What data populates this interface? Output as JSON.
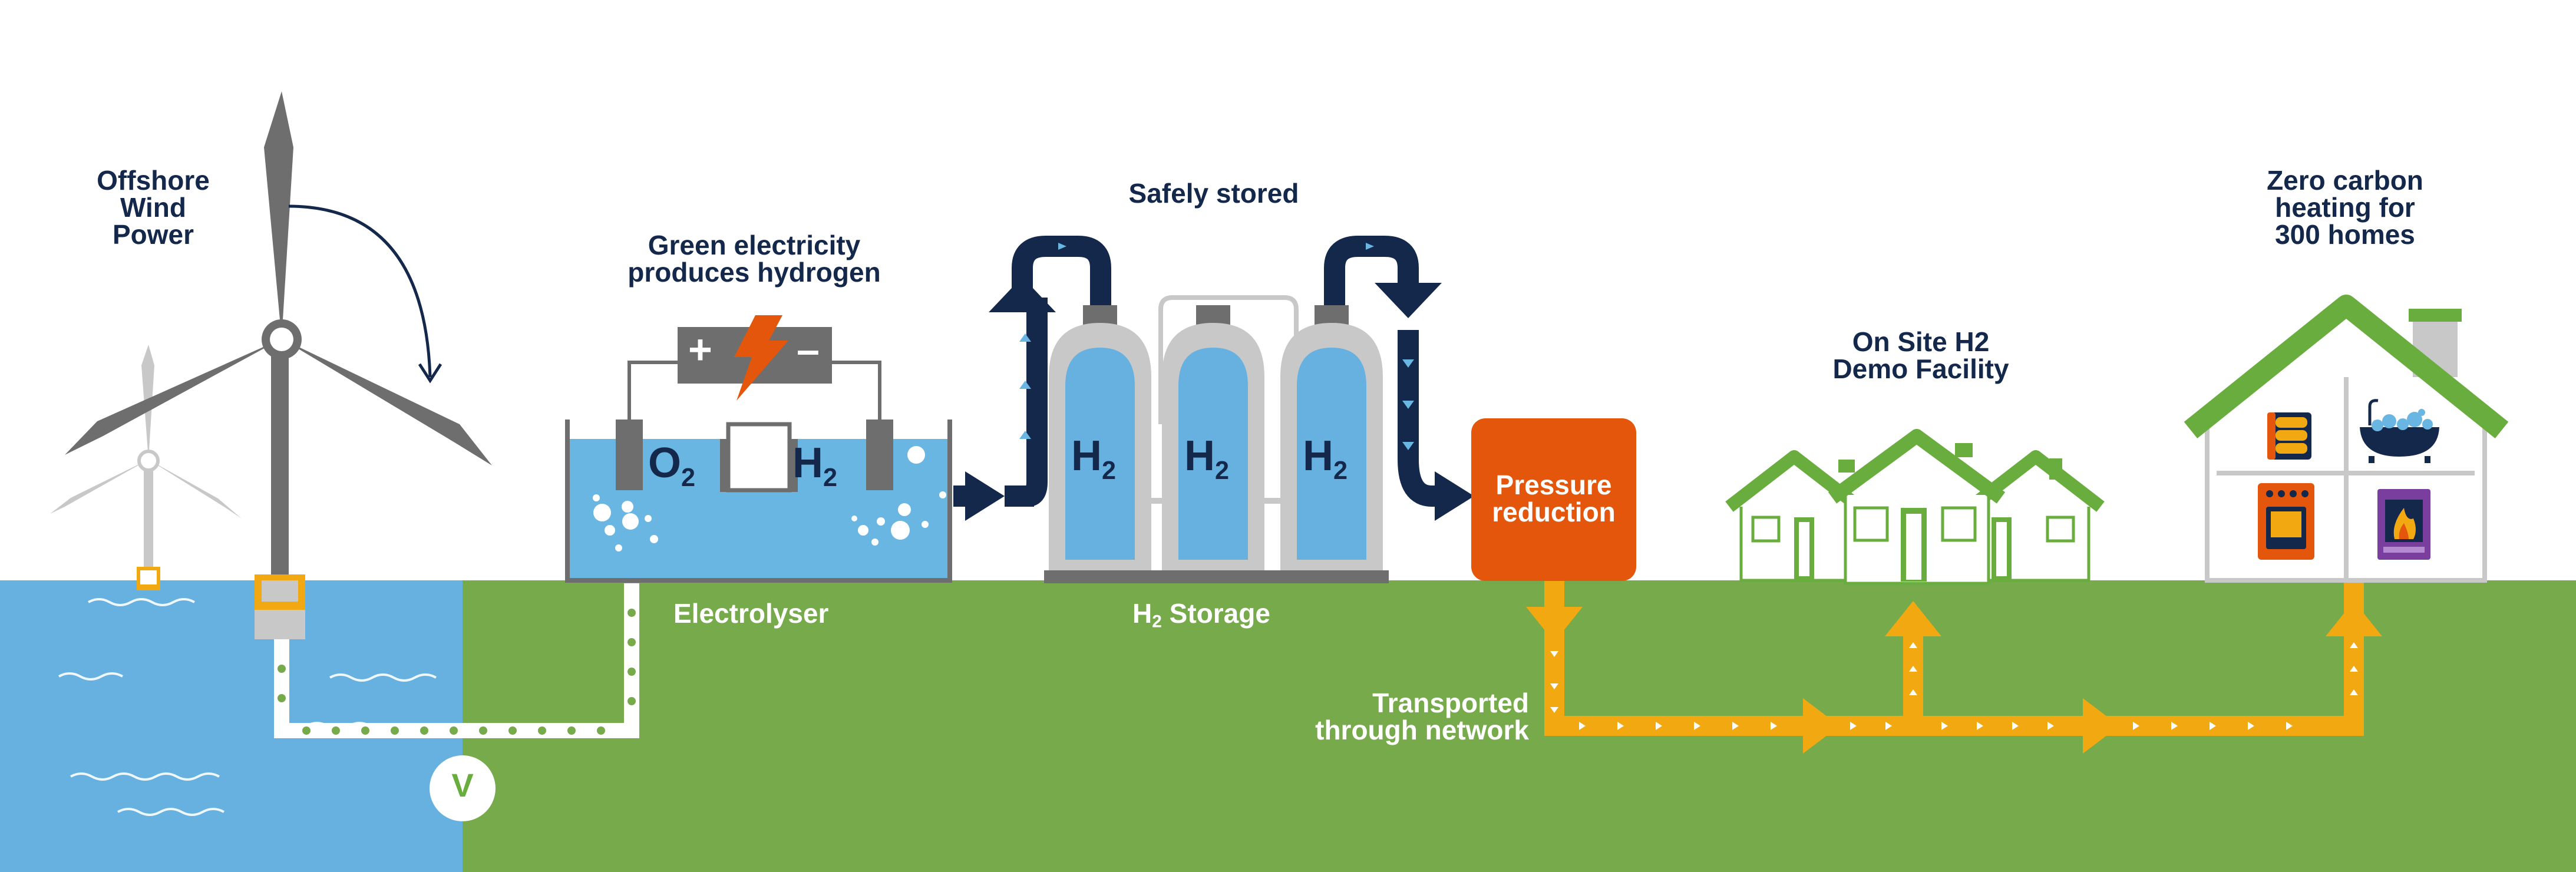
{
  "labels": {
    "wind": [
      "Offshore",
      "Wind",
      "Power"
    ],
    "green": [
      "Green electricity",
      "produces hydrogen"
    ],
    "stored": "Safely stored",
    "heating": [
      "Zero carbon",
      "heating for",
      "300 homes"
    ],
    "demo": [
      "On Site H2",
      "Demo Facility"
    ],
    "electrolyser": "Electrolyser",
    "storage_base": "H",
    "storage_sub": "2",
    "storage_rest": "Storage",
    "transported": [
      "Transported",
      "through network"
    ],
    "pressure": [
      "Pressure",
      "reduction"
    ]
  },
  "electrolyser_cell": {
    "plus": "+",
    "minus": "–",
    "o_base": "O",
    "o_sub": "2",
    "h_base": "H",
    "h_sub": "2"
  },
  "tank_label": {
    "base": "H",
    "sub": "2"
  },
  "valve": "V",
  "icons": [
    "wind-turbine-icon",
    "battery-icon",
    "lightning-bolt-icon",
    "hydrogen-tank-icon",
    "house-icon",
    "radiator-icon",
    "bathtub-icon",
    "oven-icon",
    "fireplace-icon",
    "valve-icon",
    "flow-arrow-icon"
  ],
  "colors": {
    "sea": "#66b1e0",
    "land": "#76aa4b",
    "navy": "#14284b",
    "pipe_orange": "#f2a911",
    "pressure_box": "#e3560b",
    "house_green": "#6aad3f",
    "turbine_grey": "#6e6e6e",
    "water_blue": "#6ab6e3"
  }
}
